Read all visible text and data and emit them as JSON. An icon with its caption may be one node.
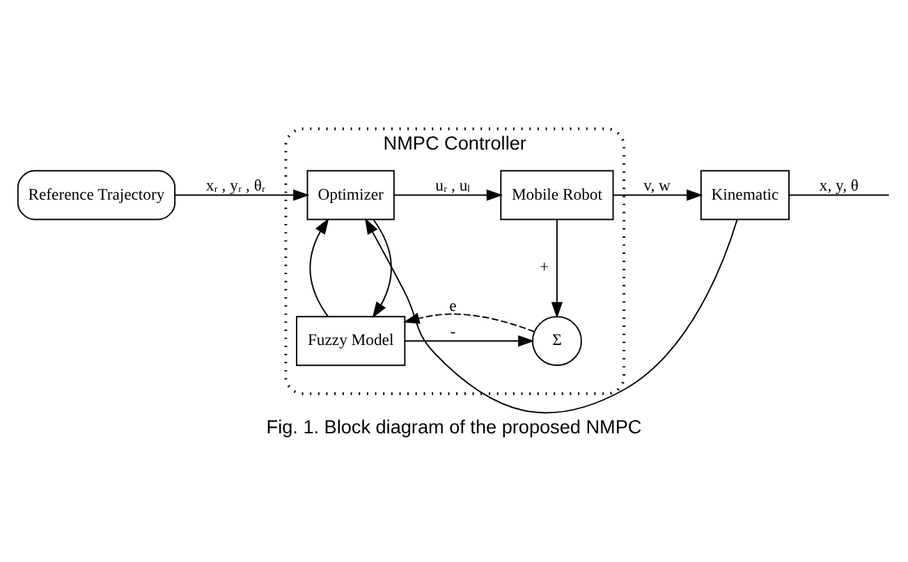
{
  "diagram": {
    "caption": "Fig. 1. Block diagram of the proposed NMPC",
    "nodes": [
      {
        "text": [
          "NMPC Controller"
        ]
      },
      {
        "text": [
          "Reference Trajectory"
        ]
      },
      {
        "text": [
          "Optimizer"
        ],
        "in": 0
      },
      {
        "text": [
          "Mobile Robot"
        ],
        "in": 0
      },
      {
        "text": [
          "Kinematic"
        ]
      },
      {
        "text": [
          "Fuzzy Model"
        ],
        "in": 0
      },
      {
        "text": [
          "Σ"
        ],
        "in": 0
      }
    ],
    "edges": [
      {
        "from": 1,
        "to": 2,
        "arrow": "to",
        "label": "xᵣ , yᵣ , θᵣ"
      },
      {
        "from": 2,
        "to": 3,
        "arrow": "to",
        "label": "uᵣ , uₗ"
      },
      {
        "from": 3,
        "to": 4,
        "arrow": "to",
        "label": "v, w"
      },
      {
        "from": 4,
        "to": null,
        "arrow": "none",
        "label": "x, y, θ"
      },
      {
        "from": 3,
        "to": 6,
        "arrow": "to",
        "label": "+"
      },
      {
        "from": 2,
        "to": 5,
        "arrow": "to"
      },
      {
        "from": 5,
        "to": 2,
        "arrow": "to"
      },
      {
        "from": 5,
        "to": 6,
        "arrow": "to",
        "label": "-"
      },
      {
        "from": 4,
        "to": 2,
        "arrow": "to"
      },
      {
        "from": 6,
        "to": 5,
        "arrow": "to",
        "style": "dashed",
        "label": "e"
      }
    ]
  }
}
